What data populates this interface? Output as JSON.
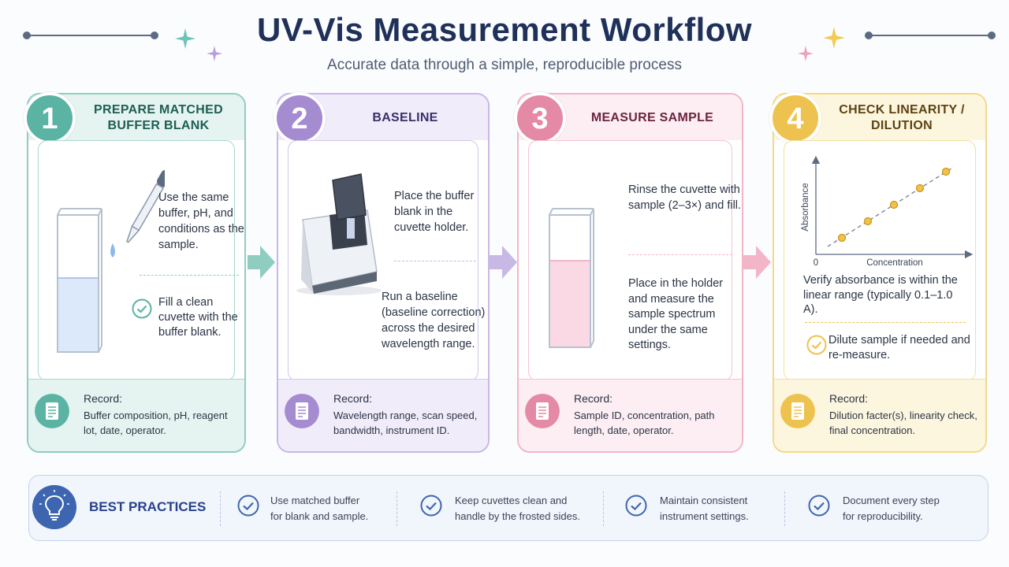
{
  "header": {
    "title": "UV-Vis Measurement Workflow",
    "subtitle": "Accurate data through a simple, reproducible process"
  },
  "steps": [
    {
      "number": "1",
      "title": "PREPARE MATCHED BUFFER BLANK",
      "text_a": "Use the same buffer, pH, and conditions as the sample.",
      "text_b": "Fill a clean cuvette with the buffer blank.",
      "record_label": "Record:",
      "record_text": "Buffer composition, pH, reagent lot, date, operator."
    },
    {
      "number": "2",
      "title": "BASELINE",
      "text_a": "Place the buffer blank in the cuvette holder.",
      "text_b": "Run a baseline (baseline correction) across the desired wavelength range.",
      "record_label": "Record:",
      "record_text": "Wavelength range, scan speed, bandwidth, instrument ID."
    },
    {
      "number": "3",
      "title": "MEASURE SAMPLE",
      "text_a": "Rinse the cuvette with sample (2–3×) and fill.",
      "text_b": "Place in the holder and measure the sample spectrum under the same settings.",
      "record_label": "Record:",
      "record_text": "Sample ID, concentration, path length, date, operator."
    },
    {
      "number": "4",
      "title": "CHECK LINEARITY / DILUTION",
      "text_a": "Verify absorbance is within the linear range (typically 0.1–1.0 A).",
      "text_b": "Dilute sample if needed and re-measure.",
      "record_label": "Record:",
      "record_text": "Dilution facter(s), linearity check, final concentration."
    }
  ],
  "mini_chart": {
    "ylabel": "Absorbance",
    "xlabel": "Concentration",
    "origin_label": "0",
    "points": [
      [
        1,
        1
      ],
      [
        2,
        2
      ],
      [
        3,
        3
      ],
      [
        4,
        4
      ],
      [
        5,
        5
      ]
    ]
  },
  "best_practices": {
    "label": "BEST PRACTICES",
    "items": [
      "Use matched buffer for blank and sample.",
      "Keep cuvettes clean and handle by the frosted sides.",
      "Maintain consistent instrument settings.",
      "Document every step for reproducibility."
    ]
  },
  "colors": {
    "teal": "#5bb3a4",
    "purple": "#a58bd0",
    "pink": "#e48aa6",
    "yellow": "#eec24e",
    "navy": "#1f3159",
    "blue": "#3e66b0"
  }
}
